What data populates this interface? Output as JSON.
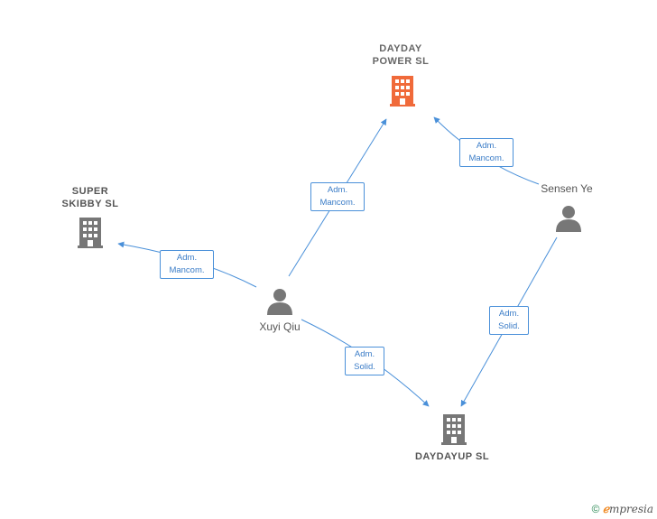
{
  "nodes": {
    "dayday_power": {
      "label": "DAYDAY\nPOWER  SL",
      "icon": "building-icon",
      "color": "#f06a3a"
    },
    "super_skibby": {
      "label": "SUPER\nSKIBBY  SL",
      "icon": "building-icon",
      "color": "#777777"
    },
    "daydayup": {
      "label": "DAYDAYUP  SL",
      "icon": "building-icon",
      "color": "#777777"
    },
    "xuyi_qiu": {
      "label": "Xuyi Qiu",
      "icon": "person-icon",
      "color": "#777777"
    },
    "sensen_ye": {
      "label": "Sensen Ye",
      "icon": "person-icon",
      "color": "#777777"
    }
  },
  "edges": [
    {
      "id": "xuyi-to-dayday",
      "line1": "Adm.",
      "line2": "Mancom."
    },
    {
      "id": "sensen-to-dayday",
      "line1": "Adm.",
      "line2": "Mancom."
    },
    {
      "id": "xuyi-to-super",
      "line1": "Adm.",
      "line2": "Mancom."
    },
    {
      "id": "xuyi-to-daydayup",
      "line1": "Adm.",
      "line2": "Solid."
    },
    {
      "id": "sensen-to-daydayup",
      "line1": "Adm.",
      "line2": "Solid."
    }
  ],
  "footer": {
    "copyright": "©",
    "brand_e": "ℯ",
    "brand_rest": "mpresia"
  },
  "colors": {
    "edge": "#4a90d9",
    "highlight": "#f06a3a",
    "node": "#777777"
  }
}
